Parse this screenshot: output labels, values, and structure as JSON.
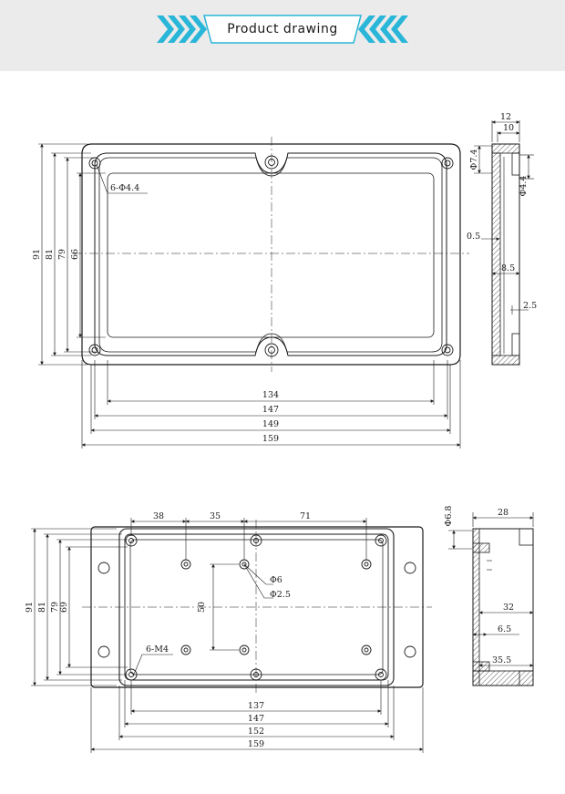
{
  "header": {
    "title": "Product drawing",
    "accent_color": "#29b6d8"
  },
  "top_front": {
    "width_labels": [
      "134",
      "147",
      "149",
      "159"
    ],
    "height_labels": [
      "91",
      "81",
      "79",
      "66"
    ],
    "callout_holes": "6-Φ4.4"
  },
  "top_side": {
    "top_labels": [
      "12",
      "10"
    ],
    "left_label": "Φ7.4",
    "right_label": "Φ4.4",
    "inner_labels": [
      "0.5",
      "8.5",
      "2.5"
    ]
  },
  "bottom_front": {
    "top_labels": [
      "38",
      "35",
      "71"
    ],
    "vertical_label": "50",
    "width_labels": [
      "137",
      "147",
      "152",
      "159"
    ],
    "height_labels": [
      "91",
      "81",
      "79",
      "69"
    ],
    "callout_threads": "6-M4",
    "callout_d1": "Φ6",
    "callout_d2": "Φ2.5"
  },
  "bottom_side": {
    "left_label": "Φ6.8",
    "top_label": "28",
    "inner_labels": [
      "32",
      "6.5",
      "35.5"
    ]
  }
}
